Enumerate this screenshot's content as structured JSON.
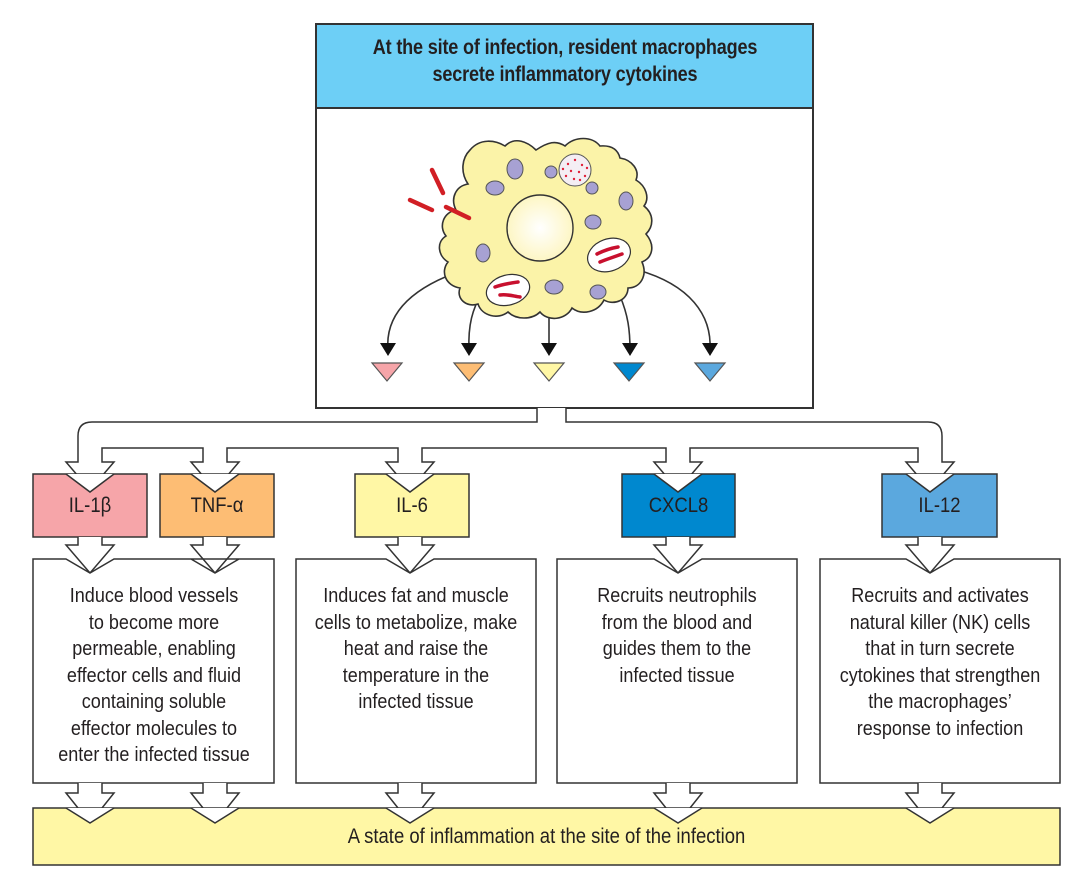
{
  "header": {
    "title_line1": "At the site of infection, resident macrophages",
    "title_line2": "secrete inflammatory cytokines",
    "color": "#6dcff6"
  },
  "illustration": {
    "subject": "macrophage-engulfing-bacteria",
    "cell_color": "#fbf3a8",
    "granule_color": "#a7a1d3",
    "bacteria_color": "#d11f25"
  },
  "cytokines": [
    {
      "id": "il1b",
      "label": "IL-1β",
      "color": "#f6a5a9"
    },
    {
      "id": "tnfa",
      "label": "TNF-α",
      "color": "#fdbd74"
    },
    {
      "id": "il6",
      "label": "IL-6",
      "color": "#fff7a5"
    },
    {
      "id": "cxcl8",
      "label": "CXCL8",
      "color": "#0088cf"
    },
    {
      "id": "il12",
      "label": "IL-12",
      "color": "#5ba8de"
    }
  ],
  "effects": [
    {
      "id": "vascular",
      "lines": [
        "Induce blood vessels",
        "to become more",
        "permeable, enabling",
        "effector cells and fluid",
        "containing soluble",
        "effector molecules to",
        "enter the infected tissue"
      ]
    },
    {
      "id": "metabolic",
      "lines": [
        "Induces fat and muscle",
        "cells to metabolize, make",
        "heat and raise the",
        "temperature in the",
        "infected tissue"
      ]
    },
    {
      "id": "neutrophil",
      "lines": [
        "Recruits neutrophils",
        "from the blood and",
        "guides them to the",
        "infected tissue"
      ]
    },
    {
      "id": "nk",
      "lines": [
        "Recruits and activates",
        "natural killer (NK) cells",
        "that in turn secrete",
        "cytokines that strengthen",
        "the macrophages’",
        "response to infection"
      ]
    }
  ],
  "outcome": {
    "label": "A state of inflammation at the site of the infection",
    "color": "#fff7a5"
  }
}
